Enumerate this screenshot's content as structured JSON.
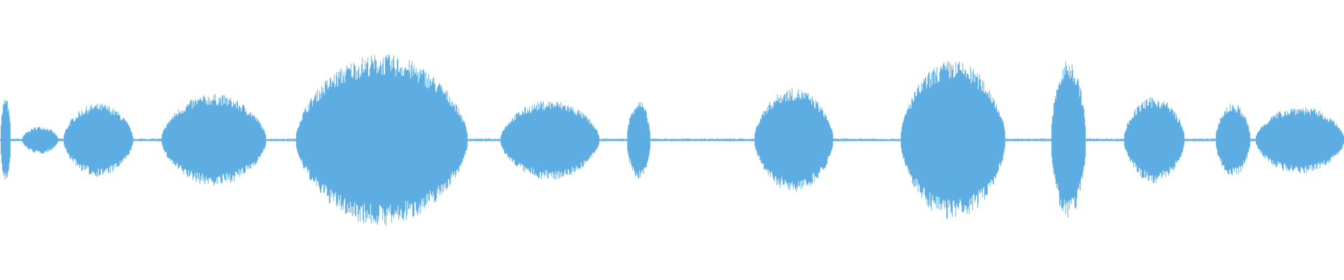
{
  "waveform": {
    "color": "#5dade2",
    "baseline_amplitude": 0.004,
    "segments": [
      {
        "start": 0.0,
        "end": 0.008,
        "amp": 0.14
      },
      {
        "start": 0.016,
        "end": 0.043,
        "amp": 0.045
      },
      {
        "start": 0.047,
        "end": 0.099,
        "amp": 0.12
      },
      {
        "start": 0.12,
        "end": 0.198,
        "amp": 0.15
      },
      {
        "start": 0.22,
        "end": 0.348,
        "amp": 0.28
      },
      {
        "start": 0.372,
        "end": 0.446,
        "amp": 0.13
      },
      {
        "start": 0.466,
        "end": 0.484,
        "amp": 0.13
      },
      {
        "start": 0.561,
        "end": 0.62,
        "amp": 0.17
      },
      {
        "start": 0.67,
        "end": 0.748,
        "amp": 0.26
      },
      {
        "start": 0.782,
        "end": 0.808,
        "amp": 0.26
      },
      {
        "start": 0.836,
        "end": 0.881,
        "amp": 0.14
      },
      {
        "start": 0.904,
        "end": 0.93,
        "amp": 0.12
      },
      {
        "start": 0.934,
        "end": 1.0,
        "amp": 0.11
      }
    ]
  }
}
